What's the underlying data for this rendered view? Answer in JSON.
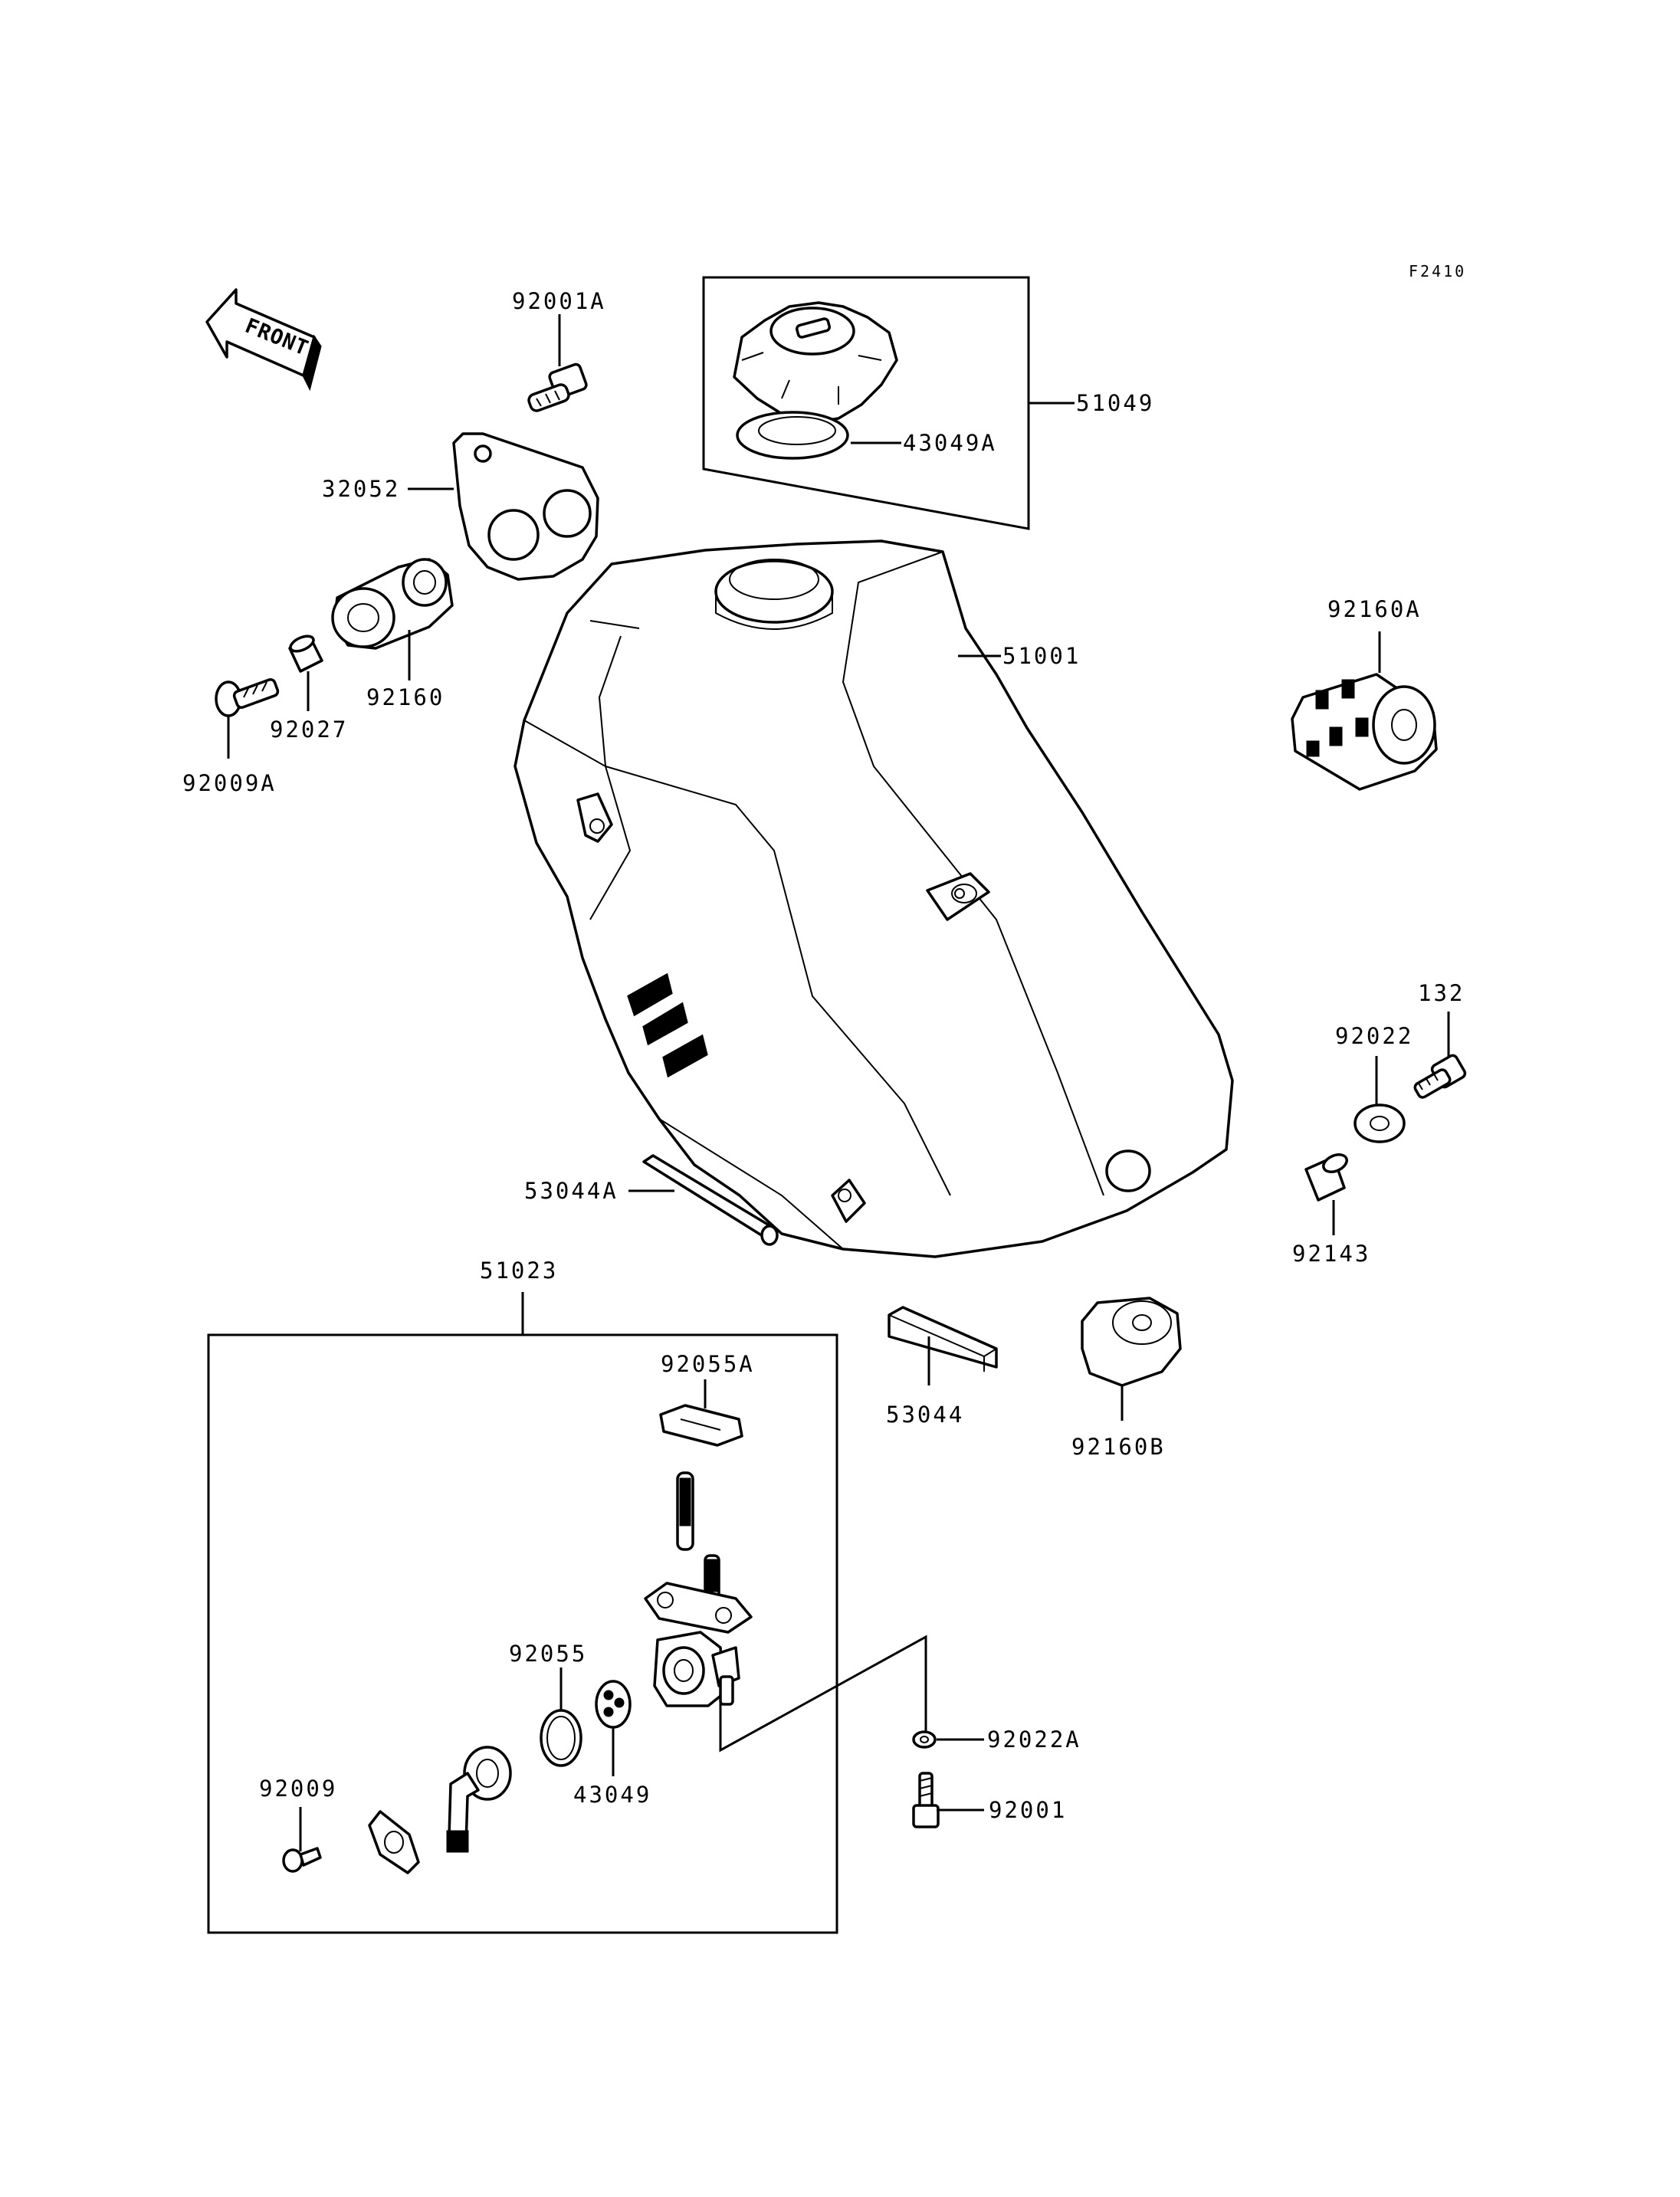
{
  "figure_code": "F2410",
  "front_label": "FRONT",
  "labels": {
    "p92001A": "92001A",
    "p51049": "51049",
    "p43049A": "43049A",
    "p32052": "32052",
    "p92160": "92160",
    "p92027": "92027",
    "p92009A": "92009A",
    "p51001": "51001",
    "p92160A": "92160A",
    "p132": "132",
    "p92022": "92022",
    "p92143": "92143",
    "p53044A": "53044A",
    "p51023": "51023",
    "p92055A": "92055A",
    "p53044": "53044",
    "p92160B": "92160B",
    "p92055": "92055",
    "p43049": "43049",
    "p92009": "92009",
    "p92022A": "92022A",
    "p92001": "92001"
  }
}
